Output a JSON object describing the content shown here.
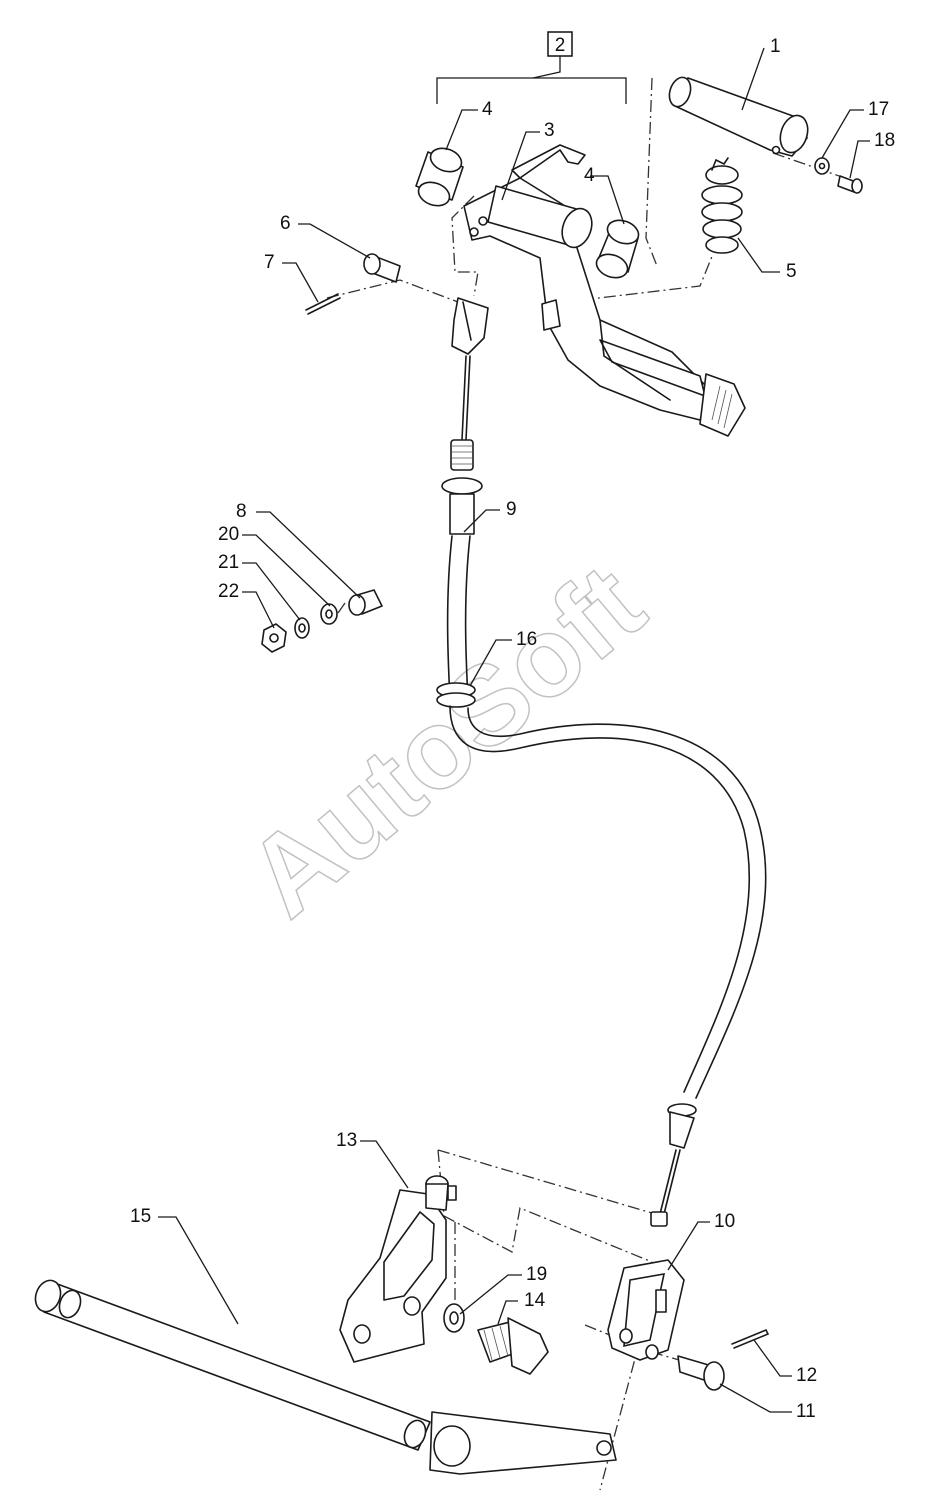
{
  "assembly_label": "2",
  "watermark": "AutoSoft",
  "callouts": [
    {
      "id": "c1",
      "text": "1"
    },
    {
      "id": "c3",
      "text": "3"
    },
    {
      "id": "c4a",
      "text": "4"
    },
    {
      "id": "c4b",
      "text": "4"
    },
    {
      "id": "c5",
      "text": "5"
    },
    {
      "id": "c6",
      "text": "6"
    },
    {
      "id": "c7",
      "text": "7"
    },
    {
      "id": "c8",
      "text": "8"
    },
    {
      "id": "c9",
      "text": "9"
    },
    {
      "id": "c10",
      "text": "10"
    },
    {
      "id": "c11",
      "text": "11"
    },
    {
      "id": "c12",
      "text": "12"
    },
    {
      "id": "c13",
      "text": "13"
    },
    {
      "id": "c14",
      "text": "14"
    },
    {
      "id": "c15",
      "text": "15"
    },
    {
      "id": "c16",
      "text": "16"
    },
    {
      "id": "c17",
      "text": "17"
    },
    {
      "id": "c18",
      "text": "18"
    },
    {
      "id": "c19",
      "text": "19"
    },
    {
      "id": "c20",
      "text": "20"
    },
    {
      "id": "c21",
      "text": "21"
    },
    {
      "id": "c22",
      "text": "22"
    }
  ]
}
